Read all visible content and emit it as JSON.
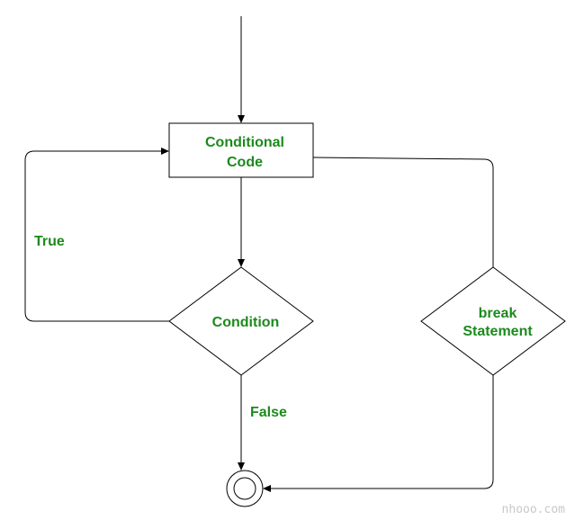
{
  "nodes": {
    "process": {
      "line1": "Conditional",
      "line2": "Code"
    },
    "condition": {
      "label": "Condition"
    },
    "break": {
      "line1": "break",
      "line2": "Statement"
    }
  },
  "edges": {
    "true_label": "True",
    "false_label": "False"
  },
  "watermark": "nhooo.com",
  "colors": {
    "label": "#1c8a1c",
    "stroke": "#000000",
    "background": "#ffffff"
  }
}
